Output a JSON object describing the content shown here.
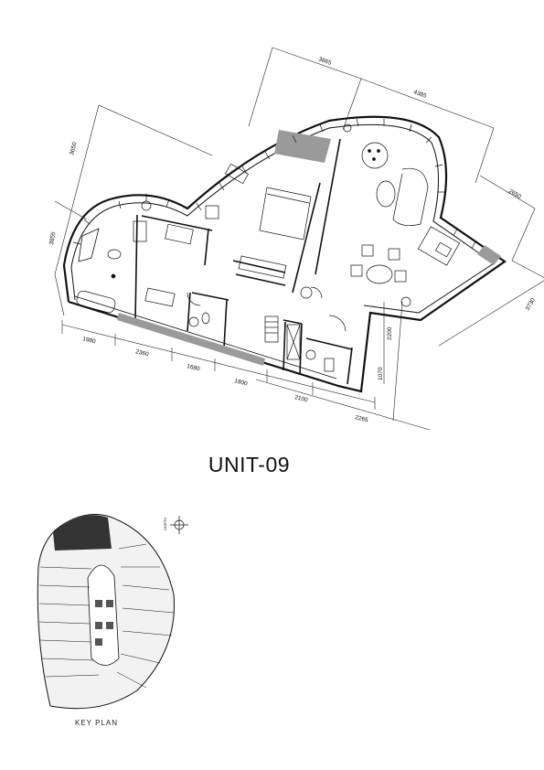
{
  "unit_title": "UNIT-09",
  "key_plan_label": "KEY  PLAN",
  "north_label": "NORTH",
  "dimensions": {
    "top_3665": "3665",
    "top_4385": "4385",
    "right_2650": "2650",
    "right_3730": "3730",
    "left_3650": "3650",
    "left_3855": "3855",
    "bottom_1980": "1980",
    "bottom_2360": "2360",
    "bottom_1680": "1680",
    "bottom_1800": "1800",
    "bottom_2100": "2100",
    "bottom_2265": "2265",
    "side_2200": "2200",
    "side_1070": "1070"
  }
}
